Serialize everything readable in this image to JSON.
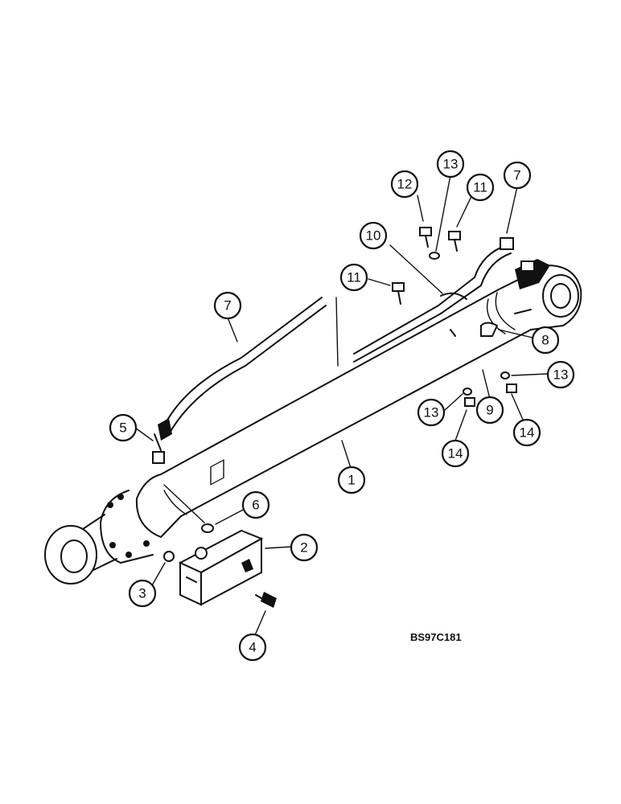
{
  "drawing": {
    "reference_code": "BS97C181"
  },
  "callouts": [
    {
      "id": "c1",
      "label": "1"
    },
    {
      "id": "c2",
      "label": "2"
    },
    {
      "id": "c3",
      "label": "3"
    },
    {
      "id": "c4",
      "label": "4"
    },
    {
      "id": "c5",
      "label": "5"
    },
    {
      "id": "c6",
      "label": "6"
    },
    {
      "id": "c7a",
      "label": "7"
    },
    {
      "id": "c7b",
      "label": "7"
    },
    {
      "id": "c8",
      "label": "8"
    },
    {
      "id": "c9",
      "label": "9"
    },
    {
      "id": "c10",
      "label": "10"
    },
    {
      "id": "c11a",
      "label": "11"
    },
    {
      "id": "c11b",
      "label": "11"
    },
    {
      "id": "c12",
      "label": "12"
    },
    {
      "id": "c13a",
      "label": "13"
    },
    {
      "id": "c13b",
      "label": "13"
    },
    {
      "id": "c13c",
      "label": "13"
    },
    {
      "id": "c14a",
      "label": "14"
    },
    {
      "id": "c14b",
      "label": "14"
    }
  ]
}
